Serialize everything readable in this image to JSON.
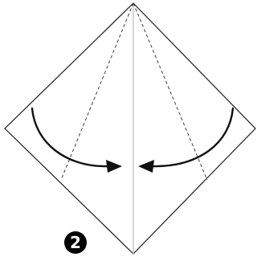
{
  "diagram": {
    "step_number": "2",
    "colors": {
      "background": "#ffffff",
      "outline": "#1a1a1a",
      "crease_line": "#c8c8c8",
      "dashed_fold": "#2a2a2a",
      "arrow": "#111111",
      "step_badge": "#000000",
      "step_text": "#ffffff"
    },
    "icons": {
      "left_fold_arrow": "curved-arrow-right",
      "right_fold_arrow": "curved-arrow-left"
    }
  }
}
